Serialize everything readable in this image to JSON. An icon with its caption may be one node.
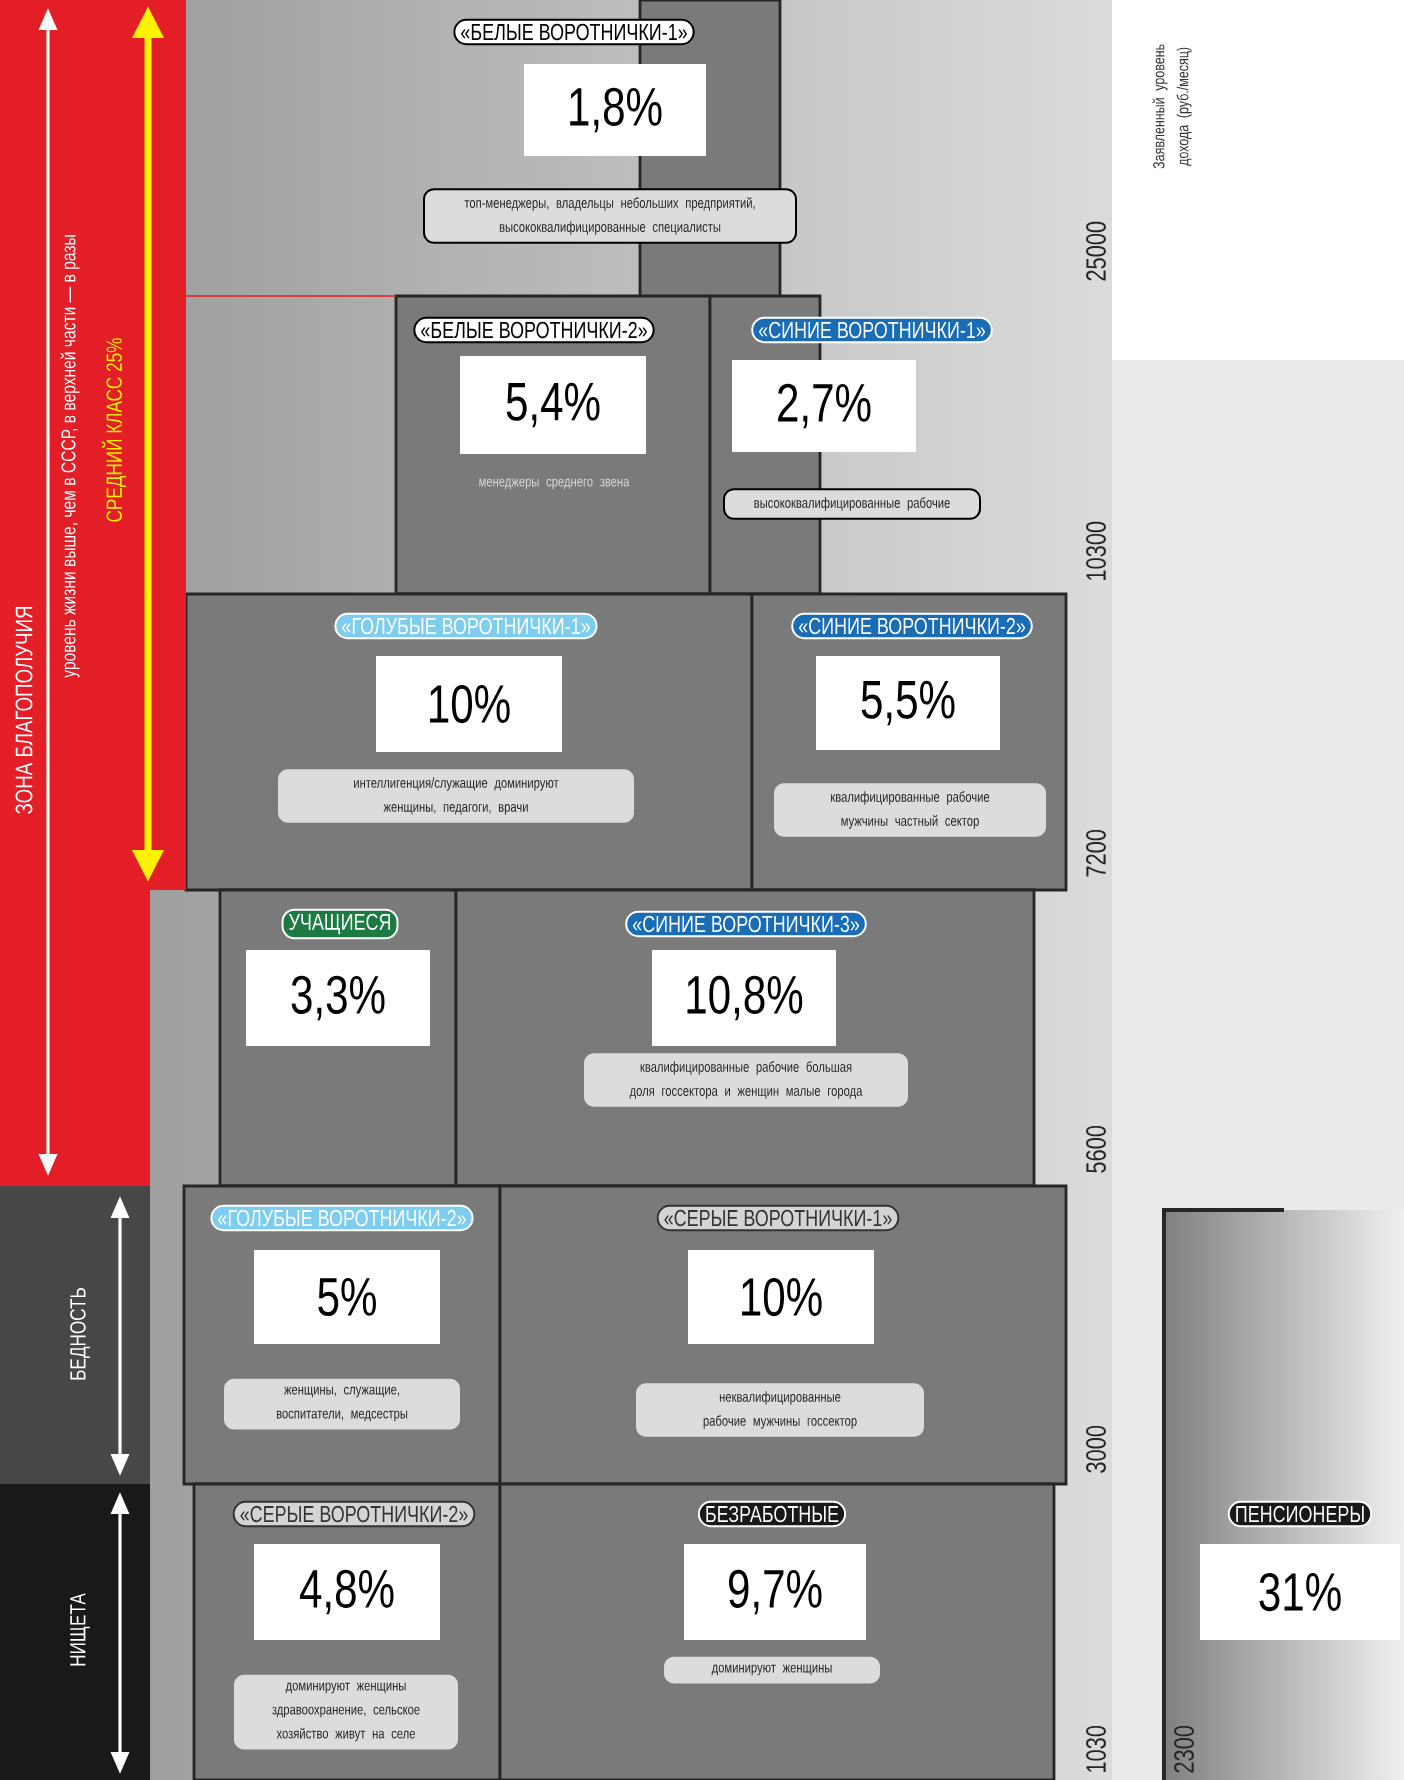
{
  "diagram": {
    "nodes": [
      {
        "text": [
          "«БЕЛЫЕ ВОРОТНИЧКИ-1»",
          "1,8%",
          "топ-менеджеры, владельцы небольших предприятий, высококвалифицированные специалисты"
        ]
      },
      {
        "text": [
          "«БЕЛЫЕ ВОРОТНИЧКИ-2»",
          "5,4%",
          "менеджеры среднего звена"
        ]
      },
      {
        "text": [
          "«СИНИЕ ВОРОТНИЧКИ-1»",
          "2,7%",
          "высококвалифицированные рабочие"
        ]
      },
      {
        "text": [
          "«ГОЛУБЫЕ ВОРОТНИЧКИ-1»",
          "10%",
          "интеллигенция/служащие доминируют женщины, педагоги, врачи"
        ]
      },
      {
        "text": [
          "«СИНИЕ ВОРОТНИЧКИ-2»",
          "5,5%",
          "квалифицированные рабочие мужчины частный сектор"
        ]
      },
      {
        "text": [
          "УЧАЩИЕСЯ",
          "3,3%"
        ]
      },
      {
        "text": [
          "«СИНИЕ ВОРОТНИЧКИ-3»",
          "10,8%",
          "квалифицированные рабочие большая доля госсектора и женщин малые города"
        ]
      },
      {
        "text": [
          "«ГОЛУБЫЕ ВОРОТНИЧКИ-2»",
          "5%",
          "женщины, служащие, воспитатели, медсестры"
        ]
      },
      {
        "text": [
          "«СЕРЫЕ ВОРОТНИЧКИ-1»",
          "10%",
          "неквалифицированные рабочие мужчины госсектор"
        ]
      },
      {
        "text": [
          "«СЕРЫЕ ВОРОТНИЧКИ-2»",
          "4,8%",
          "доминируют женщины здравоохранение, сельское хозяйство живут на селе"
        ]
      },
      {
        "text": [
          "БЕЗРАБОТНЫЕ",
          "9,7%",
          "доминируют женщины"
        ]
      },
      {
        "text": [
          "ПЕНСИОНЕРЫ",
          "31%"
        ]
      },
      {
        "text": [
          "ЗОНА БЛАГОПОЛУЧИЯ",
          "уровень жизни выше, чем в СССР, в верхней части — в разы"
        ]
      },
      {
        "text": [
          "БЕДНОСТЬ"
        ]
      },
      {
        "text": [
          "НИЩЕТА"
        ]
      },
      {
        "text": [],
        "shape": "box"
      },
      {
        "text": [],
        "shape": "box"
      }
    ],
    "labels": [
      "СРЕДНИЙ КЛАСС 25%",
      "Заявленный уровень дохода (руб./месяц)",
      "25000",
      "10300",
      "7200",
      "5600",
      "3000",
      "1030",
      "2300"
    ]
  }
}
